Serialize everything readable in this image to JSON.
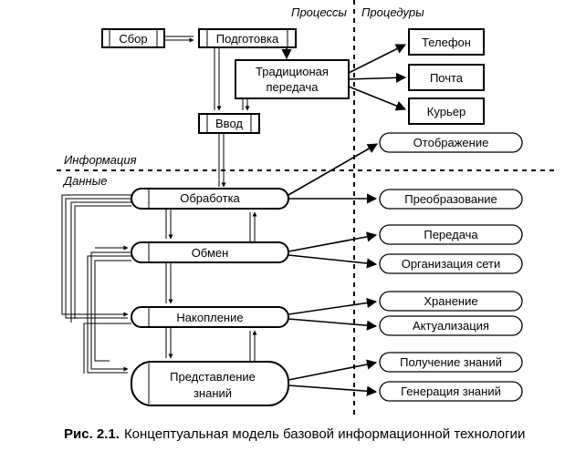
{
  "headers": {
    "processes": "Процессы",
    "procedures": "Процедуры",
    "information": "Информация",
    "data": "Данные"
  },
  "top": {
    "collect": "Сбор",
    "prepare": "Подготовка",
    "traditional_l1": "Традиционая",
    "traditional_l2": "передача",
    "input": "Ввод"
  },
  "processes": {
    "processing": "Обработка",
    "exchange": "Обмен",
    "accumulation": "Накопление",
    "knowledge_l1": "Представление",
    "knowledge_l2": "знаний"
  },
  "procedures": {
    "phone": "Телефон",
    "mail": "Почта",
    "courier": "Курьер",
    "display": "Отображение",
    "transform": "Преобразование",
    "transfer": "Передача",
    "network": "Организация сети",
    "storage": "Хранение",
    "update": "Актуализация",
    "get_knowledge": "Получение знаний",
    "gen_knowledge": "Генерация знаний"
  },
  "caption": {
    "number": "Рис. 2.1.",
    "text": "Концептуальная модель базовой информационной технологии"
  }
}
